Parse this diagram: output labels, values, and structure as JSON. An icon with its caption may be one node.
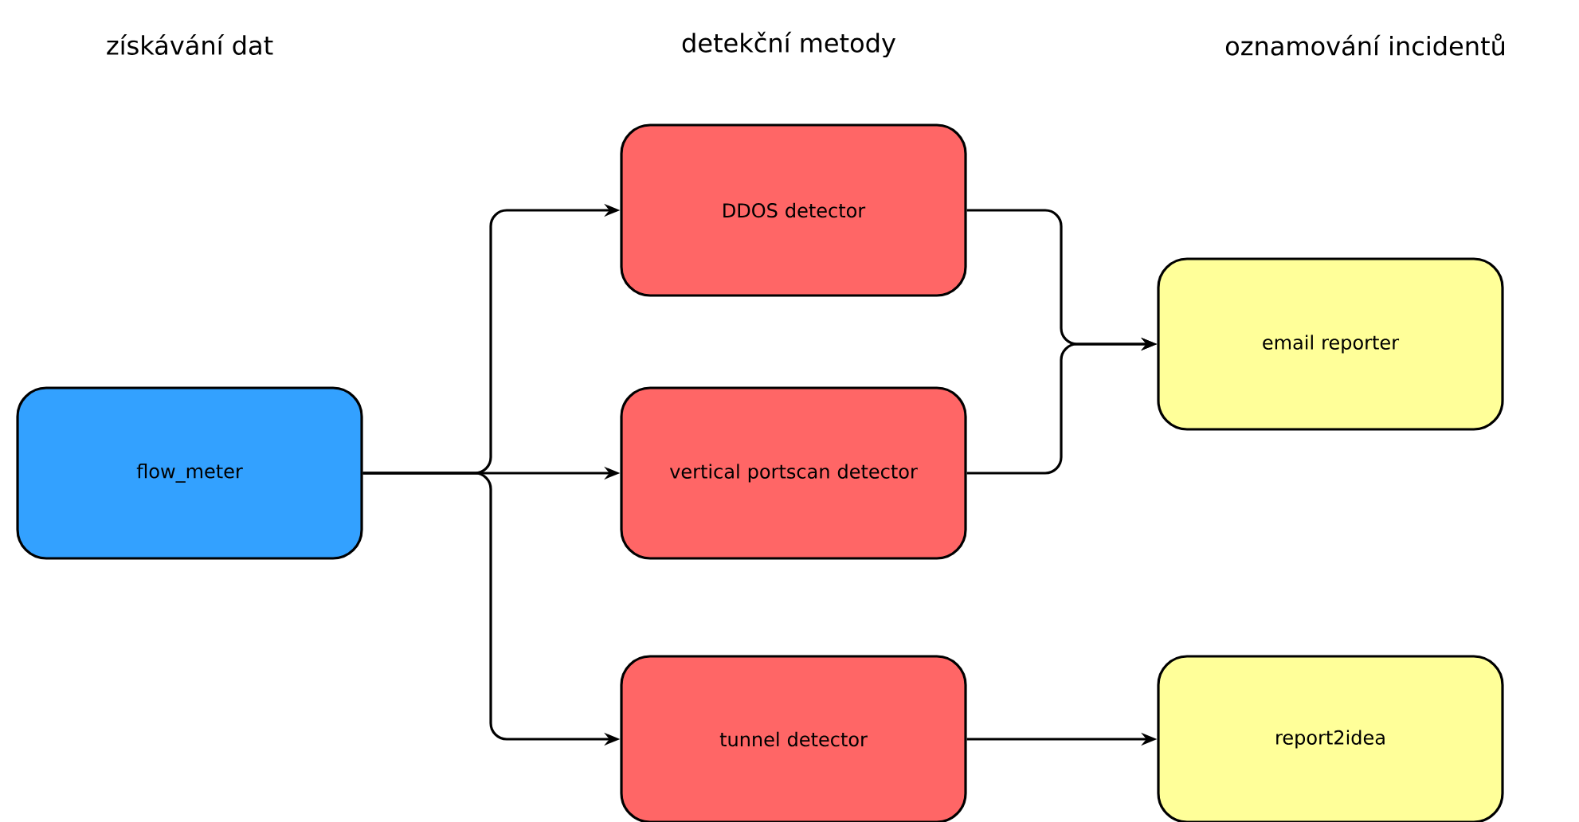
{
  "diagram": {
    "nodes": [
      {
        "text": [
          "flow_meter"
        ]
      },
      {
        "text": [
          "DDOS detector"
        ]
      },
      {
        "text": [
          "vertical portscan detector"
        ]
      },
      {
        "text": [
          "tunnel detector"
        ]
      },
      {
        "text": [
          "email reporter"
        ]
      },
      {
        "text": [
          "report2idea"
        ]
      }
    ],
    "edges": [
      {
        "from": 0,
        "to": 1,
        "arrow": "to"
      },
      {
        "from": 0,
        "to": 2,
        "arrow": "to"
      },
      {
        "from": 0,
        "to": 3,
        "arrow": "to"
      },
      {
        "from": 1,
        "to": 4,
        "arrow": "to"
      },
      {
        "from": 2,
        "to": 4,
        "arrow": "to"
      },
      {
        "from": 3,
        "to": 5,
        "arrow": "to"
      }
    ],
    "labels": [
      "získávání dat",
      "detekční metody",
      "oznamování incidentů"
    ]
  }
}
